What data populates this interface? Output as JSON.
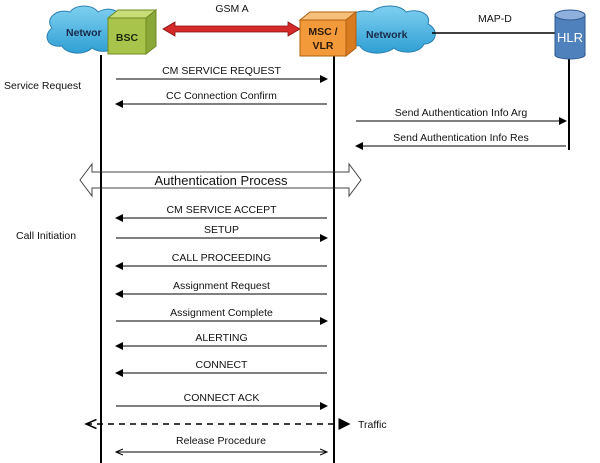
{
  "nodes": {
    "network_left": "Networ",
    "bsc": "BSC",
    "msc_line1": "MSC /",
    "msc_line2": "VLR",
    "network_right": "Network",
    "hlr": "HLR"
  },
  "interfaces": {
    "gsm_a": "GSM A",
    "map_d": "MAP-D"
  },
  "phases": {
    "service_request": "Service Request",
    "call_initiation": "Call Initiation"
  },
  "messages": [
    {
      "label": "CM SERVICE REQUEST",
      "direction": "right",
      "from": "BSC",
      "to": "MSC/VLR"
    },
    {
      "label": "CC Connection Confirm",
      "direction": "left",
      "from": "MSC/VLR",
      "to": "BSC"
    },
    {
      "label": "Send Authentication Info Arg",
      "direction": "right",
      "from": "MSC/VLR",
      "to": "HLR"
    },
    {
      "label": "Send Authentication Info Res",
      "direction": "left",
      "from": "HLR",
      "to": "MSC/VLR"
    },
    {
      "label": "CM SERVICE ACCEPT",
      "direction": "left",
      "from": "MSC/VLR",
      "to": "BSC"
    },
    {
      "label": "SETUP",
      "direction": "right",
      "from": "BSC",
      "to": "MSC/VLR"
    },
    {
      "label": "CALL PROCEEDING",
      "direction": "left",
      "from": "MSC/VLR",
      "to": "BSC"
    },
    {
      "label": "Assignment Request",
      "direction": "left",
      "from": "MSC/VLR",
      "to": "BSC"
    },
    {
      "label": "Assignment Complete",
      "direction": "right",
      "from": "BSC",
      "to": "MSC/VLR"
    },
    {
      "label": "ALERTING",
      "direction": "left",
      "from": "MSC/VLR",
      "to": "BSC"
    },
    {
      "label": "CONNECT",
      "direction": "left",
      "from": "MSC/VLR",
      "to": "BSC"
    },
    {
      "label": "CONNECT ACK",
      "direction": "right",
      "from": "BSC",
      "to": "MSC/VLR"
    }
  ],
  "authentication": "Authentication Process",
  "traffic": "Traffic",
  "release": "Release Procedure",
  "colors": {
    "cloud": "#4fb3e0",
    "bsc": "#a9c44a",
    "msc": "#f29a3a",
    "hlr": "#4f81bd",
    "gsm_a_arrow": "#d42a2a"
  }
}
